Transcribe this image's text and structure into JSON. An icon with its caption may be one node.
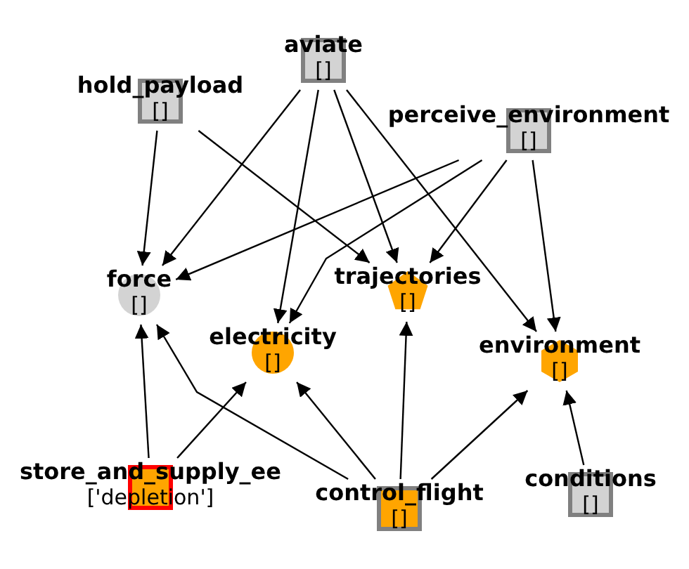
{
  "diagram": {
    "nodes": [
      {
        "text": [
          "aviate",
          "[]"
        ]
      },
      {
        "text": [
          "hold_payload",
          "[]"
        ]
      },
      {
        "text": [
          "perceive_environment",
          "[]"
        ]
      },
      {
        "text": [
          "force",
          "[]"
        ]
      },
      {
        "text": [
          "trajectories",
          "[]"
        ]
      },
      {
        "text": [
          "electricity",
          "[]"
        ]
      },
      {
        "text": [
          "environment",
          "[]"
        ]
      },
      {
        "text": [
          "store_and_supply_ee",
          "['depletion']"
        ]
      },
      {
        "text": [
          "control_flight",
          "[]"
        ]
      },
      {
        "text": [
          "conditions",
          "[]"
        ]
      }
    ],
    "edges": [
      {
        "from": 1,
        "to": 3,
        "arrow": "to"
      },
      {
        "from": 1,
        "to": 4,
        "arrow": "to"
      },
      {
        "from": 0,
        "to": 3,
        "arrow": "to"
      },
      {
        "from": 0,
        "to": 5,
        "arrow": "to"
      },
      {
        "from": 0,
        "to": 4,
        "arrow": "to"
      },
      {
        "from": 0,
        "to": 6,
        "arrow": "to"
      },
      {
        "from": 2,
        "to": 3,
        "arrow": "to"
      },
      {
        "from": 2,
        "to": 5,
        "arrow": "to"
      },
      {
        "from": 2,
        "to": 4,
        "arrow": "to"
      },
      {
        "from": 2,
        "to": 6,
        "arrow": "to"
      },
      {
        "from": 7,
        "to": 3,
        "arrow": "to"
      },
      {
        "from": 7,
        "to": 5,
        "arrow": "to"
      },
      {
        "from": 8,
        "to": 3,
        "arrow": "to"
      },
      {
        "from": 8,
        "to": 5,
        "arrow": "to"
      },
      {
        "from": 8,
        "to": 4,
        "arrow": "to"
      },
      {
        "from": 8,
        "to": 6,
        "arrow": "to"
      },
      {
        "from": 9,
        "to": 6,
        "arrow": "to"
      }
    ]
  }
}
